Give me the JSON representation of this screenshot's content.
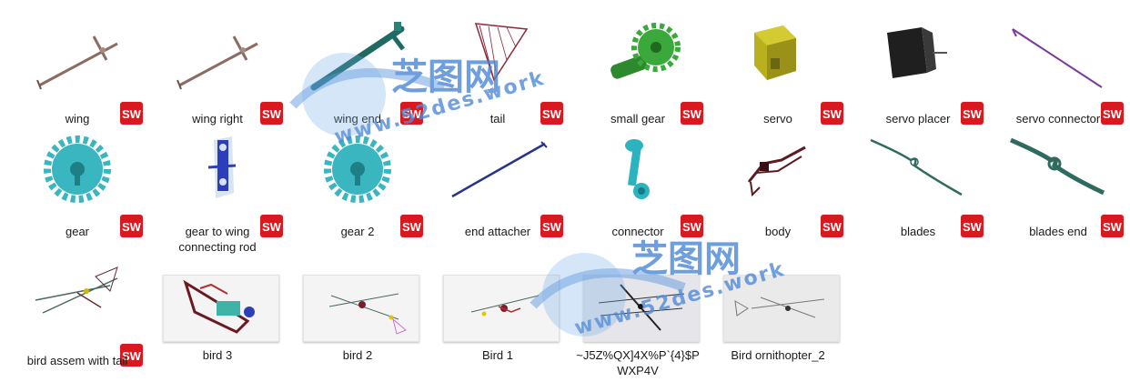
{
  "files": [
    {
      "name": "wing",
      "icon": "wing-rod-icon"
    },
    {
      "name": "wing right",
      "icon": "wing-rod-icon"
    },
    {
      "name": "wing end",
      "icon": "wing-end-icon"
    },
    {
      "name": "tail",
      "icon": "tail-frame-icon"
    },
    {
      "name": "small gear",
      "icon": "small-gear-icon"
    },
    {
      "name": "servo",
      "icon": "servo-icon"
    },
    {
      "name": "servo placer",
      "icon": "servo-placer-icon"
    },
    {
      "name": "servo connector",
      "icon": "servo-connector-icon"
    },
    {
      "name": "gear",
      "icon": "gear-icon"
    },
    {
      "name": "gear to wing\nconnecting rod",
      "icon": "connecting-rod-icon"
    },
    {
      "name": "gear 2",
      "icon": "gear-icon"
    },
    {
      "name": "end attacher",
      "icon": "end-attacher-icon"
    },
    {
      "name": "connector",
      "icon": "connector-icon"
    },
    {
      "name": "body",
      "icon": "body-icon"
    },
    {
      "name": "blades",
      "icon": "blade-icon"
    },
    {
      "name": "blades end",
      "icon": "blade-end-icon"
    },
    {
      "name": "bird assem with tail",
      "icon": "assembly-icon"
    },
    {
      "name": "bird 3",
      "icon": "render-icon"
    },
    {
      "name": "bird 2",
      "icon": "render-icon"
    },
    {
      "name": "Bird 1",
      "icon": "render-icon"
    },
    {
      "name": "~J5Z%QX]4X%P`{4}$P\nWXP4V",
      "icon": "render-icon"
    },
    {
      "name": "Bird ornithopter_2",
      "icon": "render-icon"
    }
  ],
  "badge": {
    "text": "SW",
    "color": "#d8191f"
  },
  "watermark": {
    "title": "芝图网",
    "url": "www.52des.work"
  }
}
